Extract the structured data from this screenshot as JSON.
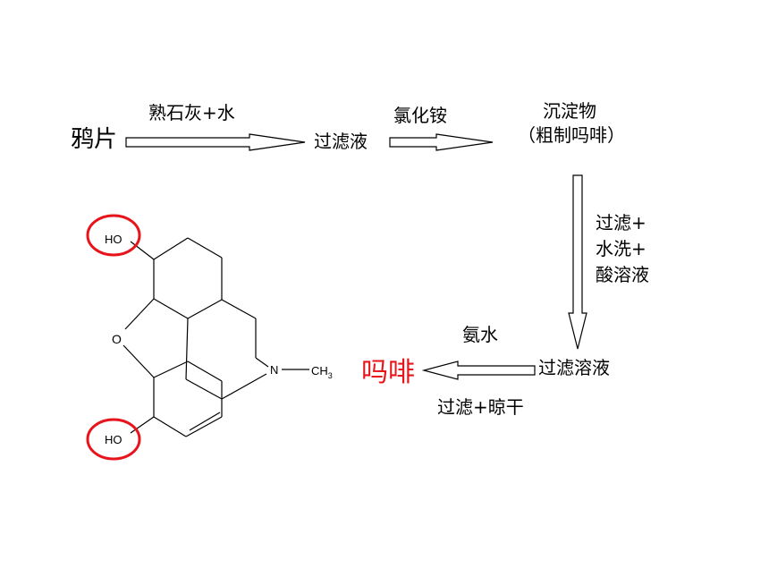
{
  "flow": {
    "start": "鸦片",
    "step1_reagent": "熟石灰+水",
    "filtrate": "过滤液",
    "step2_reagent": "氯化铵",
    "precipitate_line1": "沉淀物",
    "precipitate_line2": "（粗制吗啡）",
    "step3_line1": "过滤+",
    "step3_line2": "水洗+",
    "step3_line3": "酸溶液",
    "filtered_solution": "过滤溶液",
    "step4_reagent": "氨水",
    "step4_process": "过滤+晾干",
    "product": "吗啡"
  },
  "molecule": {
    "atom_ho_top": "HO",
    "atom_ho_bottom": "HO",
    "atom_o": "O",
    "atom_n": "N",
    "methyl": "CH",
    "methyl_sub": "3"
  },
  "colors": {
    "product": "#e8141c",
    "highlight": "#e8141c",
    "line": "#000000"
  }
}
